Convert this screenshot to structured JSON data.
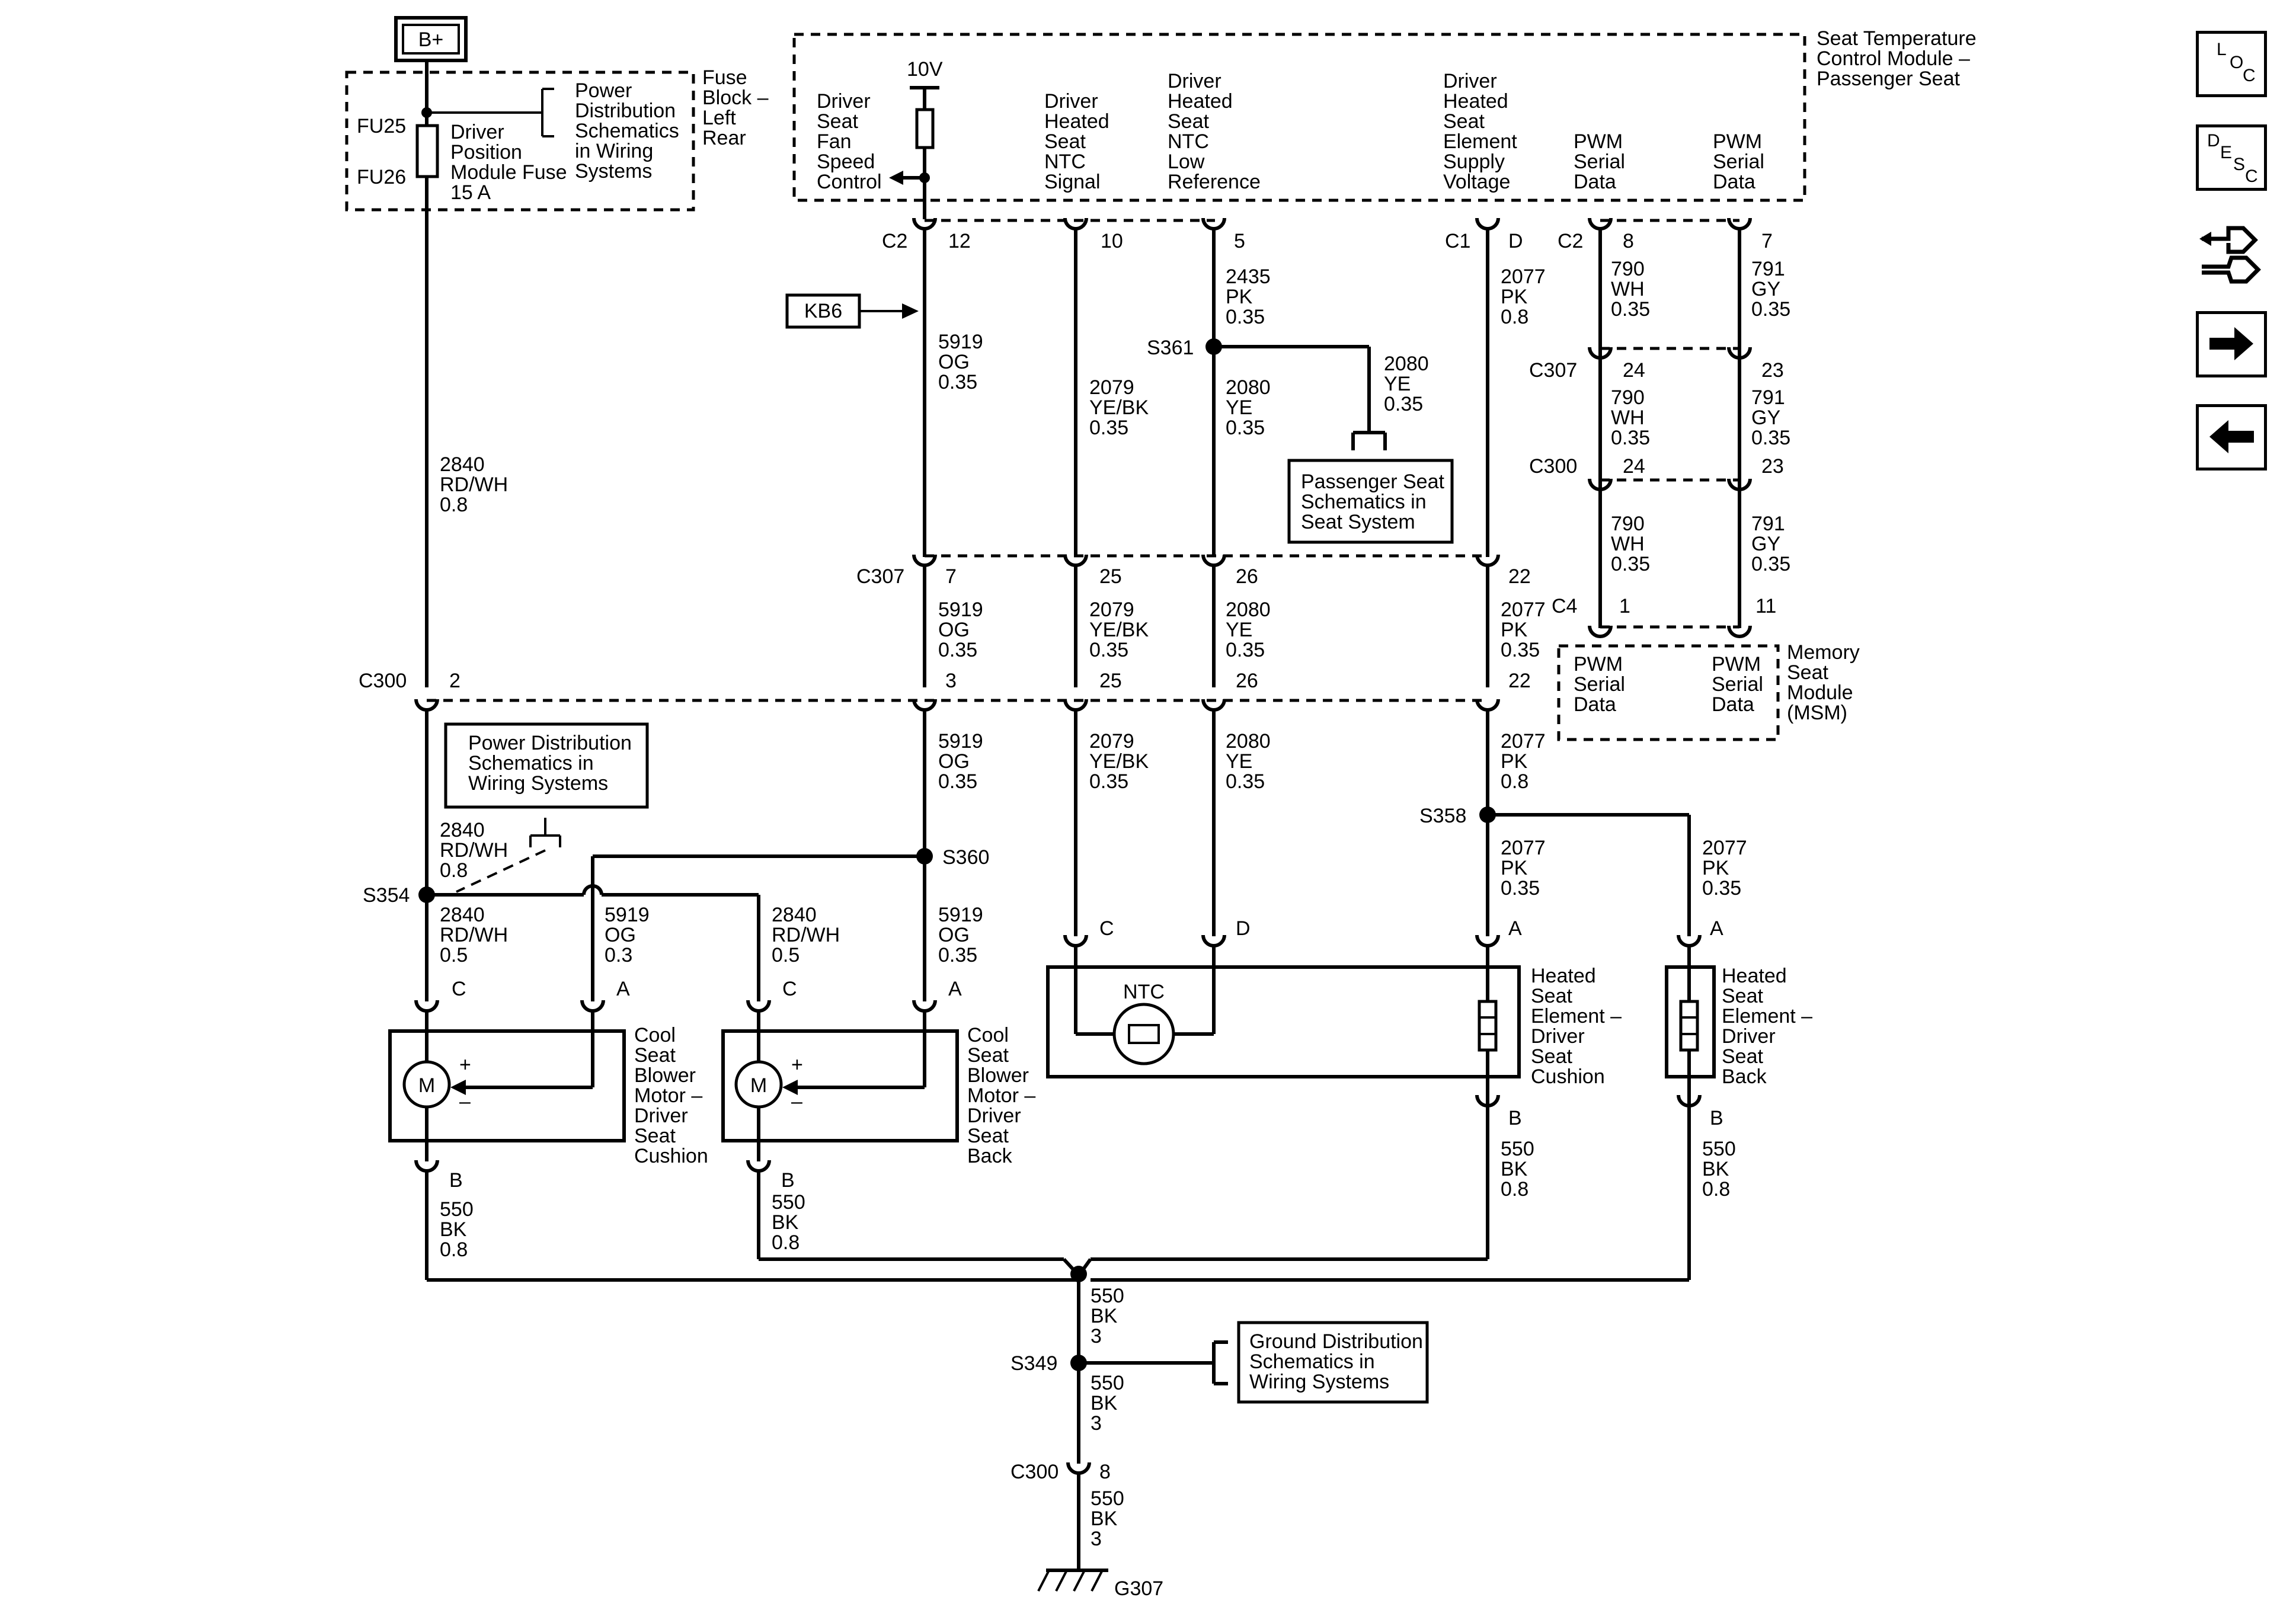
{
  "battery": "B+",
  "fuse_block": {
    "label": [
      "Fuse",
      "Block –",
      "Left",
      "Rear"
    ],
    "fu25": "FU25",
    "fu26": "FU26",
    "fuse_name": [
      "Driver",
      "Position",
      "Module Fuse",
      "15 A"
    ],
    "power_ref": [
      "Power",
      "Distribution",
      "Schematics",
      "in Wiring",
      "Systems"
    ]
  },
  "module": {
    "title": [
      "Seat Temperature",
      "Control Module –",
      "Passenger Seat"
    ],
    "voltage": "10V",
    "pins": {
      "fan": [
        "Driver",
        "Seat",
        "Fan",
        "Speed",
        "Control"
      ],
      "ntc_signal": [
        "Driver",
        "Heated",
        "Seat",
        "NTC",
        "Signal"
      ],
      "ntc_low": [
        "Driver",
        "Heated",
        "Seat",
        "NTC",
        "Low",
        "Reference"
      ],
      "element": [
        "Driver",
        "Heated",
        "Seat",
        "Element",
        "Supply",
        "Voltage"
      ],
      "pwm1": [
        "PWM",
        "Serial",
        "Data"
      ],
      "pwm2": [
        "PWM",
        "Serial",
        "Data"
      ]
    }
  },
  "connectors": {
    "c2": "C2",
    "c1": "C1",
    "c307": "C307",
    "c300": "C300",
    "c4": "C4",
    "pin_12": "12",
    "pin_10": "10",
    "pin_5": "5",
    "pin_D": "D",
    "pin_8": "8",
    "pin_7": "7",
    "pin_7b": "7",
    "pin_25": "25",
    "pin_26": "26",
    "pin_22": "22",
    "pin_2": "2",
    "pin_3": "3",
    "pin_25b": "25",
    "pin_26b": "26",
    "pin_22b": "22",
    "pin_24a": "24",
    "pin_23a": "23",
    "pin_24b": "24",
    "pin_23b": "23",
    "pin_1": "1",
    "pin_11": "11",
    "pin_8b": "8"
  },
  "wires": {
    "w2840_top": [
      "2840",
      "RD/WH",
      "0.8"
    ],
    "w5919_top": [
      "5919",
      "OG",
      "0.35"
    ],
    "w2079_top": [
      "2079",
      "YE/BK",
      "0.35"
    ],
    "w2435": [
      "2435",
      "PK",
      "0.35"
    ],
    "w2080_top": [
      "2080",
      "YE",
      "0.35"
    ],
    "w2080_branch": [
      "2080",
      "YE",
      "0.35"
    ],
    "w2077_top": [
      "2077",
      "PK",
      "0.8"
    ],
    "w790_a": [
      "790",
      "WH",
      "0.35"
    ],
    "w791_a": [
      "791",
      "GY",
      "0.35"
    ],
    "w790_b": [
      "790",
      "WH",
      "0.35"
    ],
    "w791_b": [
      "791",
      "GY",
      "0.35"
    ],
    "w790_c": [
      "790",
      "WH",
      "0.35"
    ],
    "w791_c": [
      "791",
      "GY",
      "0.35"
    ],
    "w5919_mid": [
      "5919",
      "OG",
      "0.35"
    ],
    "w2079_mid": [
      "2079",
      "YE/BK",
      "0.35"
    ],
    "w2080_mid": [
      "2080",
      "YE",
      "0.35"
    ],
    "w2077_mid": [
      "2077",
      "PK",
      "0.35"
    ],
    "w5919_low": [
      "5919",
      "OG",
      "0.35"
    ],
    "w2079_low": [
      "2079",
      "YE/BK",
      "0.35"
    ],
    "w2080_low": [
      "2080",
      "YE",
      "0.35"
    ],
    "w2077_low": [
      "2077",
      "PK",
      "0.8"
    ],
    "w2840_mid": [
      "2840",
      "RD/WH",
      "0.8"
    ],
    "w2840_c": [
      "2840",
      "RD/WH",
      "0.5"
    ],
    "w5919_a": [
      "5919",
      "OG",
      "0.3"
    ],
    "w2840_c2": [
      "2840",
      "RD/WH",
      "0.5"
    ],
    "w5919_a2": [
      "5919",
      "OG",
      "0.35"
    ],
    "w2077_a": [
      "2077",
      "PK",
      "0.35"
    ],
    "w2077_b": [
      "2077",
      "PK",
      "0.35"
    ],
    "w550_1": [
      "550",
      "BK",
      "0.8"
    ],
    "w550_2": [
      "550",
      "BK",
      "0.8"
    ],
    "w550_3": [
      "550",
      "BK",
      "0.8"
    ],
    "w550_4": [
      "550",
      "BK",
      "0.8"
    ],
    "w550_5": [
      "550",
      "BK",
      "3"
    ],
    "w550_6": [
      "550",
      "BK",
      "3"
    ],
    "w550_7": [
      "550",
      "BK",
      "3"
    ]
  },
  "splices": {
    "s361": "S361",
    "s360": "S360",
    "s354": "S354",
    "s358": "S358",
    "s349": "S349"
  },
  "refs": {
    "kb6": "KB6",
    "passenger_seat": [
      "Passenger Seat",
      "Schematics in",
      "Seat System"
    ],
    "power_dist": [
      "Power Distribution",
      "Schematics in",
      "Wiring Systems"
    ],
    "ground_dist": [
      "Ground Distribution",
      "Schematics in",
      "Wiring Systems"
    ]
  },
  "msm": {
    "label": [
      "Memory",
      "Seat",
      "Module",
      "(MSM)"
    ],
    "pwm1": [
      "PWM",
      "Serial",
      "Data"
    ],
    "pwm2": [
      "PWM",
      "Serial",
      "Data"
    ]
  },
  "components": {
    "motor1": [
      "Cool",
      "Seat",
      "Blower",
      "Motor –",
      "Driver",
      "Seat",
      "Cushion"
    ],
    "motor2": [
      "Cool",
      "Seat",
      "Blower",
      "Motor –",
      "Driver",
      "Seat",
      "Back"
    ],
    "ntc": "NTC",
    "heat1": [
      "Heated",
      "Seat",
      "Element –",
      "Driver",
      "Seat",
      "Cushion"
    ],
    "heat2": [
      "Heated",
      "Seat",
      "Element –",
      "Driver",
      "Seat",
      "Back"
    ],
    "motor_letter": "M",
    "plus": "+",
    "minus": "–",
    "pin_C": "C",
    "pin_A": "A",
    "pin_B": "B",
    "pin_D2": "D"
  },
  "ground": "G307",
  "nav": {
    "loc": [
      "L",
      "O",
      "C"
    ],
    "desc": [
      "D",
      "E",
      "S",
      "C"
    ],
    "icons": [
      "connector-icon",
      "next-arrow-icon",
      "previous-arrow-icon"
    ]
  }
}
